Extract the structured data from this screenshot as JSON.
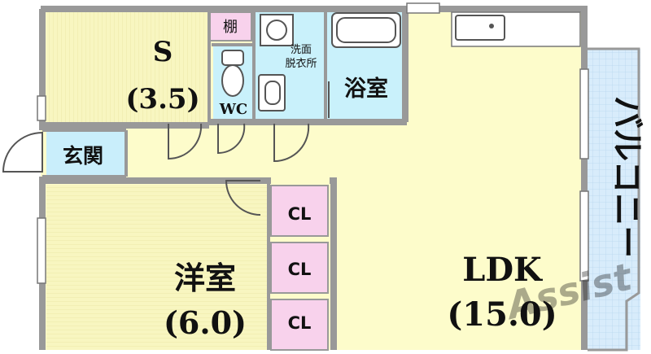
{
  "rooms": {
    "storage_room": {
      "name": "S",
      "size": "(3.5)"
    },
    "shelf": {
      "name": "棚"
    },
    "toilet": {
      "name": "WC"
    },
    "washroom": {
      "line1": "洗面",
      "line2": "脱衣所"
    },
    "bathroom": {
      "name": "浴室"
    },
    "entrance": {
      "name": "玄関"
    },
    "western_room": {
      "name": "洋室",
      "size": "(6.0)"
    },
    "closets": [
      "CL",
      "CL",
      "CL"
    ],
    "ldk": {
      "name": "LDK",
      "size": "(15.0)"
    },
    "balcony": {
      "name": "バルコニー"
    }
  },
  "watermark": {
    "text": "Assist"
  },
  "colors": {
    "wall": "#999999",
    "tatami_yellow": "#f8f6c0",
    "floor_yellow": "#fdfccb",
    "wet_area_cyan": "#c9f1fb",
    "closet_pink": "#f8d2ec",
    "balcony_blue": "#d8ecfb",
    "entrance_blue": "#c9eefb"
  }
}
